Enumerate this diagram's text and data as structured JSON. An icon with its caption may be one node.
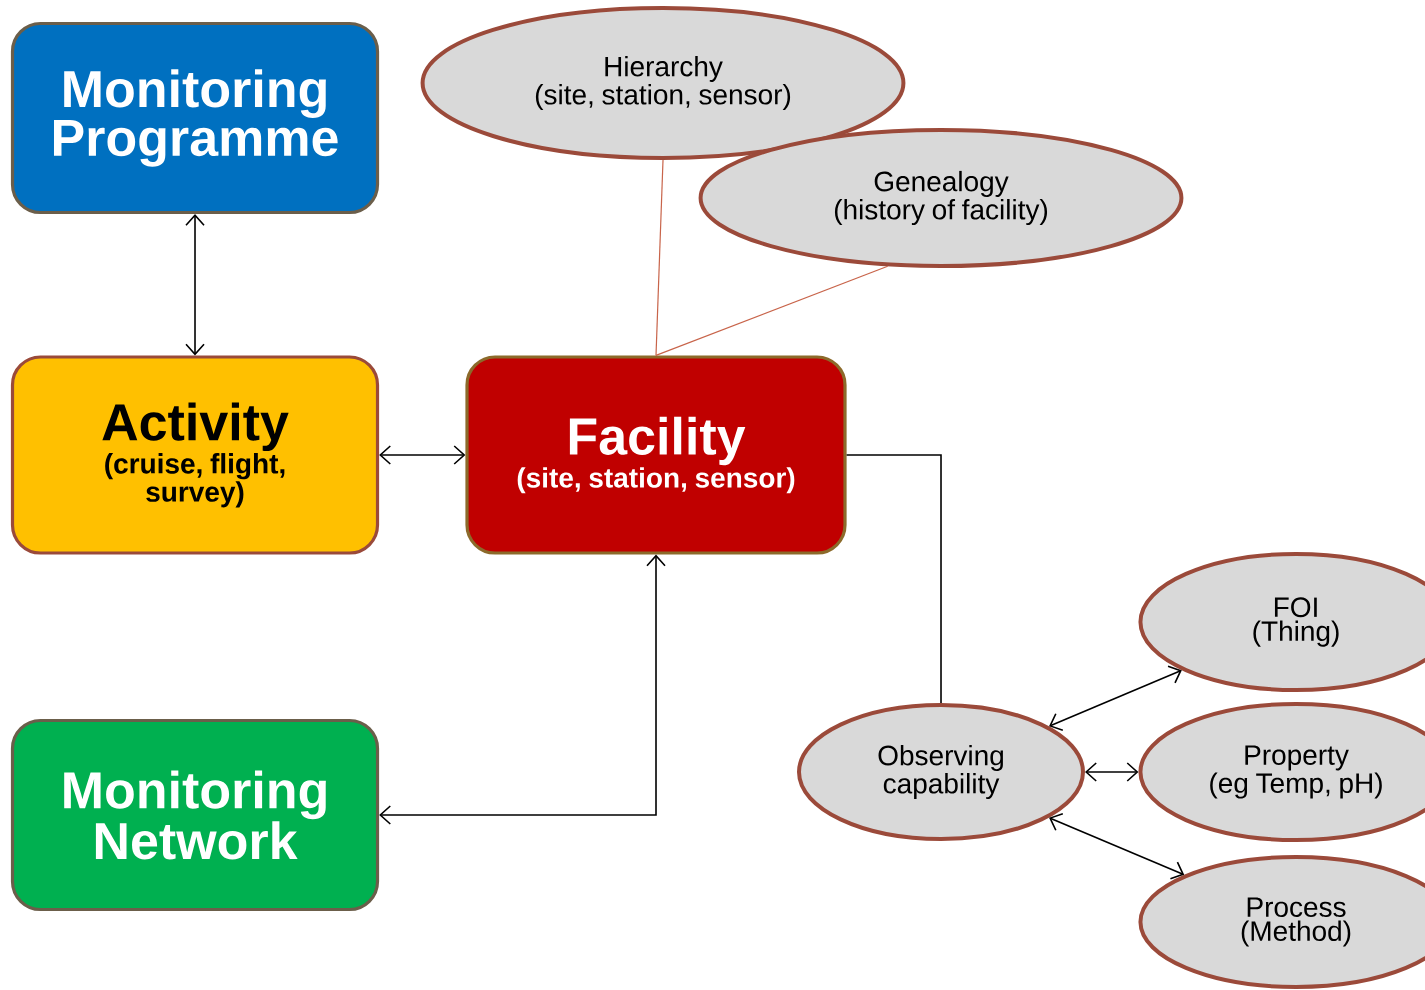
{
  "diagram": {
    "nodes": [
      {
        "text": [
          "Monitoring Programme"
        ]
      },
      {
        "text": [
          "Activity",
          "(cruise, flight, survey)"
        ]
      },
      {
        "text": [
          "Facility",
          "(site, station, sensor)"
        ]
      },
      {
        "text": [
          "Monitoring Network"
        ]
      },
      {
        "text": [
          "Hierarchy",
          "(site, station, sensor)"
        ]
      },
      {
        "text": [
          "Genealogy",
          "(history of facility)"
        ]
      },
      {
        "text": [
          "Observing capability"
        ]
      },
      {
        "text": [
          "FOI",
          "(Thing)"
        ]
      },
      {
        "text": [
          "Property",
          "(eg Temp, pH)"
        ]
      },
      {
        "text": [
          "Process",
          "(Method)"
        ]
      }
    ],
    "edges": [
      {
        "from": 0,
        "to": 1,
        "arrow": "both"
      },
      {
        "from": 1,
        "to": 2,
        "arrow": "both"
      },
      {
        "from": 2,
        "to": 3,
        "arrow": "both"
      },
      {
        "from": 2,
        "to": 4,
        "arrow": "none",
        "color": "#c8644a"
      },
      {
        "from": 2,
        "to": 5,
        "arrow": "none",
        "color": "#c8644a"
      },
      {
        "from": 2,
        "to": 6,
        "arrow": "none"
      },
      {
        "from": 6,
        "to": 7,
        "arrow": "both"
      },
      {
        "from": 6,
        "to": 8,
        "arrow": "both"
      },
      {
        "from": 6,
        "to": 9,
        "arrow": "both"
      }
    ]
  }
}
